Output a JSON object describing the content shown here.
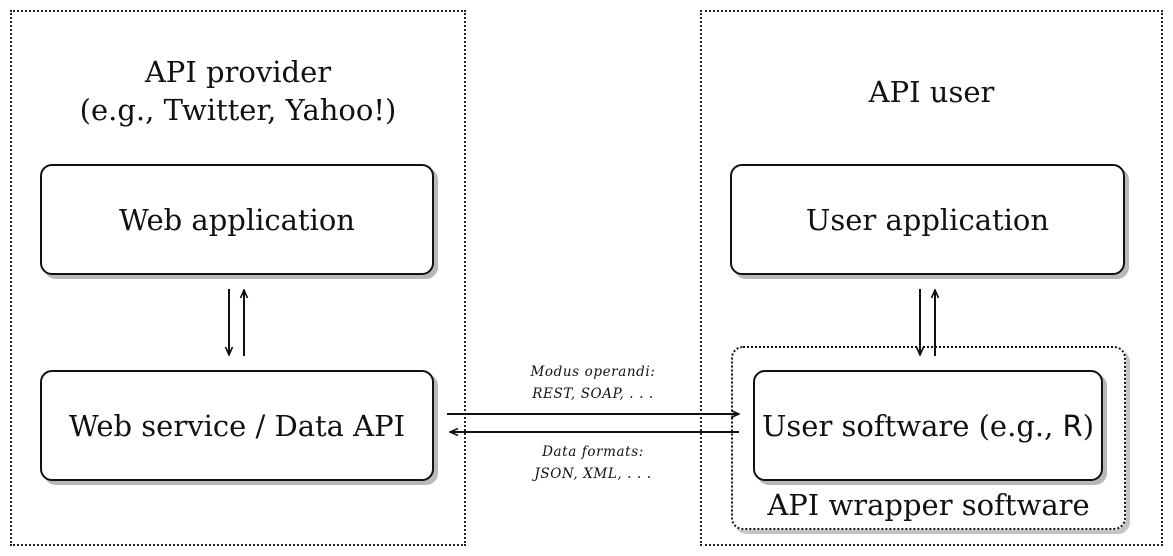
{
  "provider": {
    "title_line1": "API provider",
    "title_line2": "(e.g., Twitter, Yahoo!)",
    "web_application_label": "Web application",
    "web_service_label": "Web service / Data API"
  },
  "user": {
    "title": "API user",
    "user_application_label": "User application",
    "user_software_prefix": "User software (e.g., ",
    "user_software_r": "R",
    "user_software_suffix": ")",
    "wrapper_label": "API wrapper software"
  },
  "connection": {
    "modus_label": "Modus operandi:",
    "modus_values": "REST, SOAP, . . .",
    "formats_label": "Data formats:",
    "formats_values": "JSON, XML, . . ."
  },
  "colors": {
    "line": "#111111",
    "shadow": "#b8b8b8",
    "background": "#ffffff"
  }
}
